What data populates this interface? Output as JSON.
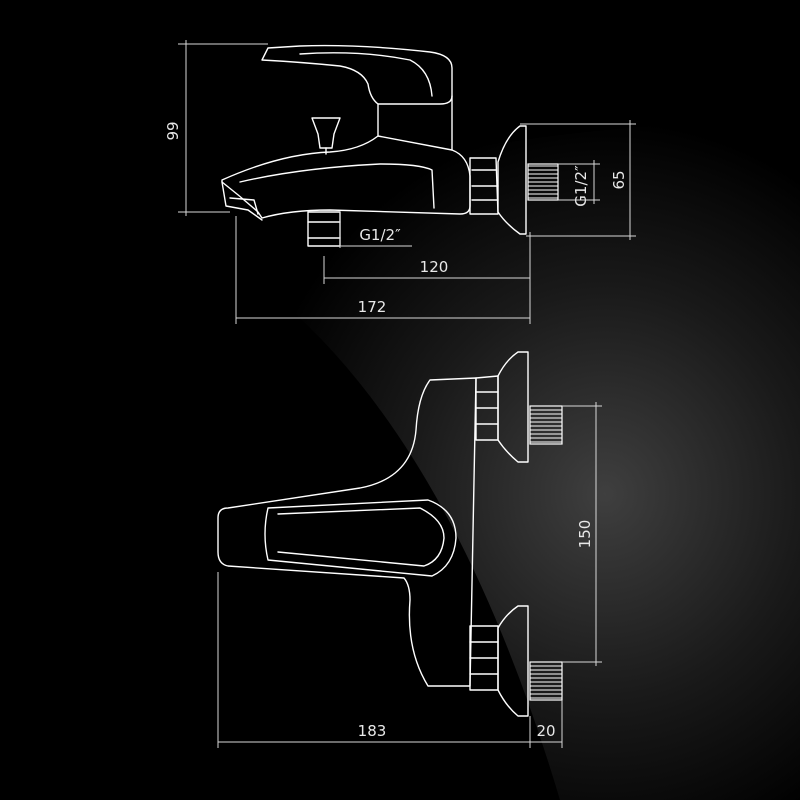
{
  "drawing": {
    "side_view": {
      "height_label": "99",
      "inlet_height_label": "65",
      "thread_label_shower": "G1/2″",
      "thread_label_wall": "G1/2″",
      "depth_label": "120",
      "length_label": "172"
    },
    "top_view": {
      "spacing_label": "150",
      "width_label": "183",
      "connector_label": "20"
    }
  },
  "colors": {
    "background": "#000000",
    "line": "#ffffff",
    "glow": "#3a3a3a"
  }
}
